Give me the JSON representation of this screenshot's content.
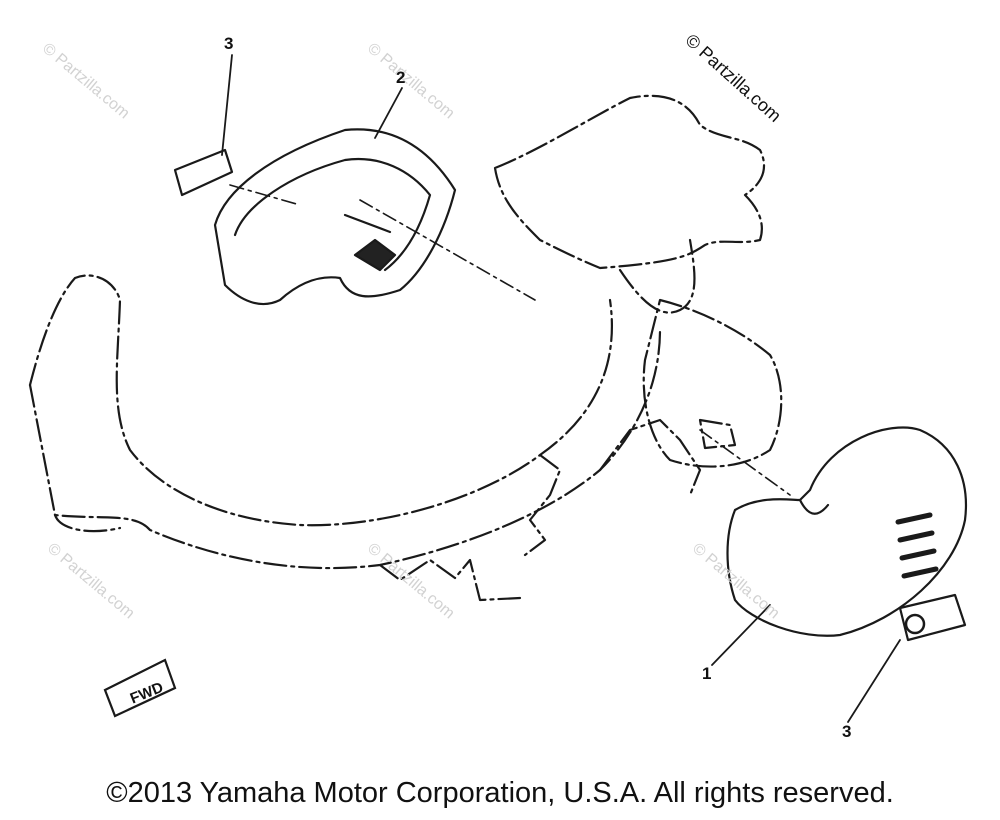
{
  "watermark": {
    "repeated_text": "© Partzilla.com",
    "corner_text": "© Partzilla.com"
  },
  "callouts": [
    {
      "label": "3"
    },
    {
      "label": "2"
    },
    {
      "label": "1"
    },
    {
      "label": "3"
    }
  ],
  "decal": {
    "fwd_text": "FWD"
  },
  "footer": {
    "copyright": "©2013 Yamaha Motor Corporation, U.S.A. All rights reserved."
  }
}
